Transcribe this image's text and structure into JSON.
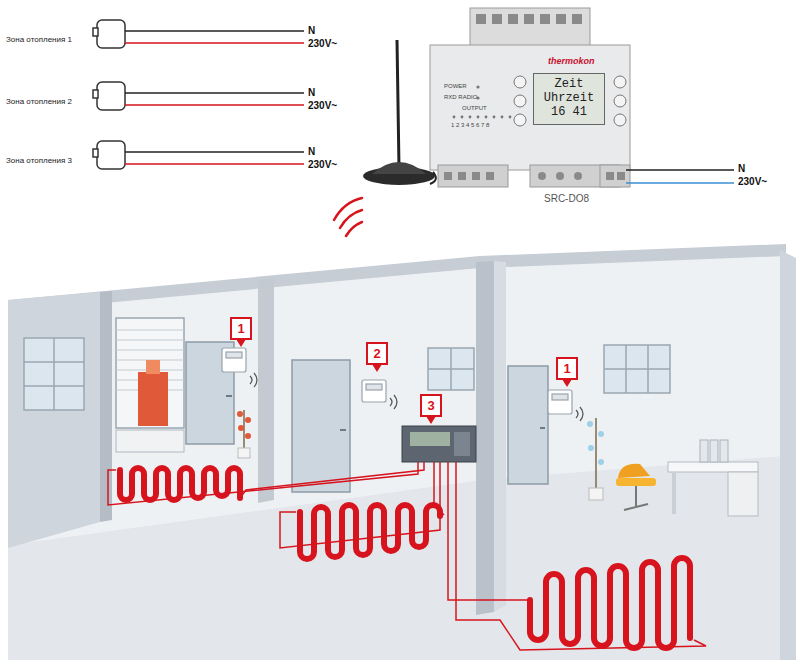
{
  "diagram": {
    "nodes": [
      {
        "text": [
          "Zeit",
          "Uhrzeit",
          "16 41"
        ]
      },
      {
        "text": [
          "1"
        ]
      },
      {
        "text": [
          "2"
        ]
      },
      {
        "text": [
          "3"
        ]
      },
      {
        "text": [
          "1"
        ]
      }
    ],
    "labels": [
      "Зона отопления 1",
      "N",
      "230V~",
      "Зона отопления 2",
      "N",
      "230V~",
      "Зона отопления 3",
      "N",
      "230V~",
      "thermokon",
      "POWER",
      "RXD RADIO",
      "OUTPUT",
      "1 2 3 4 5 6 7 8",
      "SRC-DO8",
      "N",
      "230V~"
    ]
  }
}
